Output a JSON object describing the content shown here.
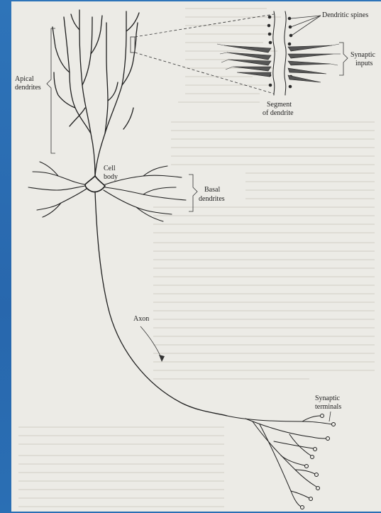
{
  "colors": {
    "frame": "#2b6db0",
    "paper": "#ecebe6",
    "ink": "#1f1f1f"
  },
  "labels": {
    "dendritic_spines": "Dendritic spines",
    "synaptic_inputs_1": "Synaptic",
    "synaptic_inputs_2": "inputs",
    "segment_1": "Segment",
    "segment_2": "of dendrite",
    "apical_1": "Apical",
    "apical_2": "dendrites",
    "cell_1": "Cell",
    "cell_2": "body",
    "basal_1": "Basal",
    "basal_2": "dendrites",
    "axon": "Axon",
    "terminals_1": "Synaptic",
    "terminals_2": "terminals"
  }
}
